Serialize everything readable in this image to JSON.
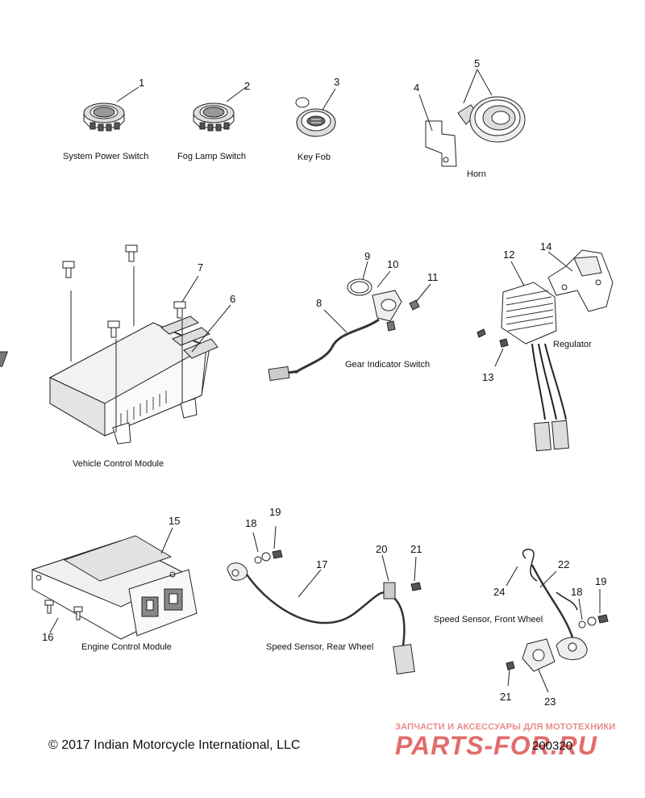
{
  "assemblies": {
    "system_power_switch": "System Power Switch",
    "fog_lamp_switch": "Fog Lamp Switch",
    "key_fob": "Key Fob",
    "horn": "Horn",
    "vehicle_control_module": "Vehicle Control Module",
    "gear_indicator_switch": "Gear Indicator Switch",
    "regulator": "Regulator",
    "engine_control_module": "Engine Control Module",
    "speed_sensor_rear": "Speed Sensor, Rear Wheel",
    "speed_sensor_front": "Speed Sensor, Front Wheel"
  },
  "callouts": [
    "1",
    "2",
    "3",
    "4",
    "5",
    "6",
    "7",
    "8",
    "9",
    "10",
    "11",
    "12",
    "13",
    "14",
    "15",
    "16",
    "17",
    "18",
    "19",
    "20",
    "21",
    "22",
    "23",
    "24"
  ],
  "callouts_repeat": {
    "c18b": "18",
    "c19b": "19",
    "c21b": "21"
  },
  "footer": {
    "copyright": "© 2017 Indian Motorcycle International, LLC",
    "figure_id": "200320"
  },
  "watermark": {
    "tagline": "ЗАПЧАСТИ И АКСЕССУАРЫ ДЛЯ МОТОТЕХНИКИ",
    "logo_text": "PARTS-FOR.RU",
    "color": "#e06b6b"
  }
}
